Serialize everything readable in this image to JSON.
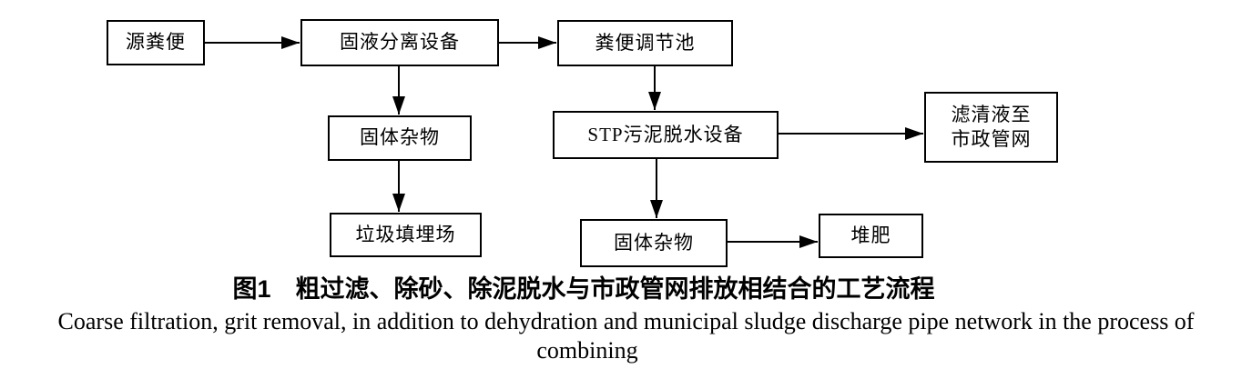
{
  "colors": {
    "line": "#000000",
    "background": "#ffffff"
  },
  "diagram": {
    "nodes": {
      "source": {
        "label": "源粪便"
      },
      "separator": {
        "label": "固液分离设备"
      },
      "regulating_pool": {
        "label": "粪便调节池"
      },
      "solid_debris_top": {
        "label": "固体杂物"
      },
      "stp_dewatering": {
        "label": "STP污泥脱水设备"
      },
      "filtrate": {
        "line1": "滤清液至",
        "line2": "市政管网"
      },
      "landfill": {
        "label": "垃圾填埋场"
      },
      "solid_debris_bottom": {
        "label": "固体杂物"
      },
      "compost": {
        "label": "堆肥"
      }
    },
    "edges": [
      {
        "from": "source",
        "to": "separator"
      },
      {
        "from": "separator",
        "to": "regulating_pool"
      },
      {
        "from": "separator",
        "to": "solid_debris_top"
      },
      {
        "from": "regulating_pool",
        "to": "stp_dewatering"
      },
      {
        "from": "stp_dewatering",
        "to": "filtrate"
      },
      {
        "from": "solid_debris_top",
        "to": "landfill"
      },
      {
        "from": "stp_dewatering",
        "to": "solid_debris_bottom"
      },
      {
        "from": "solid_debris_bottom",
        "to": "compost"
      }
    ]
  },
  "captions": {
    "zh": "图1　粗过滤、除砂、除泥脱水与市政管网排放相结合的工艺流程",
    "en_line1": "Coarse filtration, grit removal, in addition to dehydration and municipal sludge discharge pipe network in the process of",
    "en_line2": "combining"
  }
}
